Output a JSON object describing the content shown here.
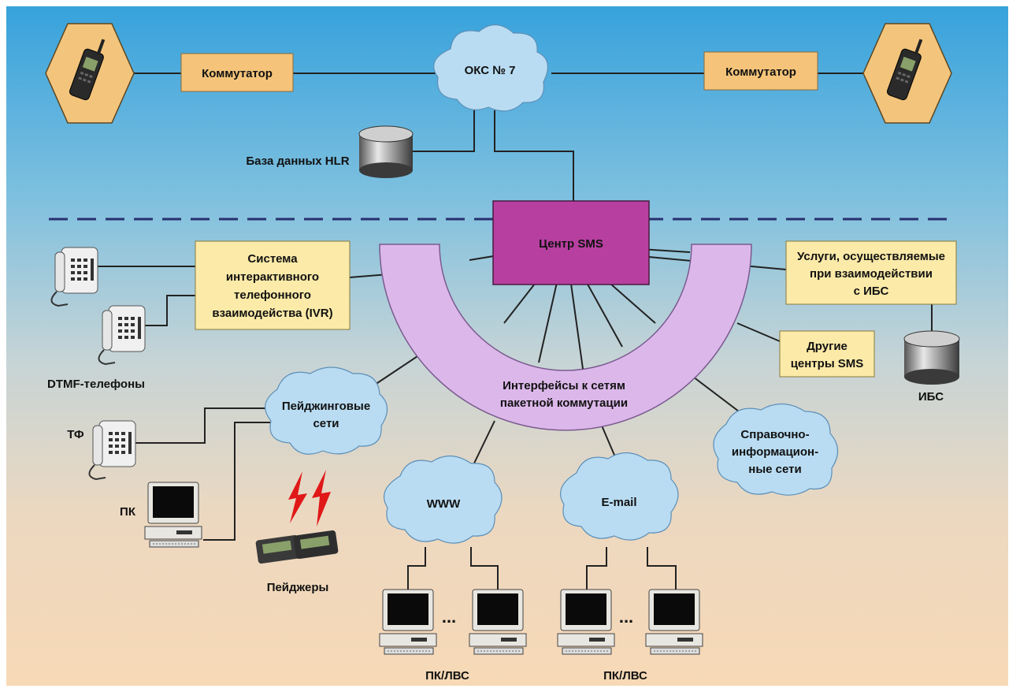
{
  "labels": {
    "switch_left": "Коммутатор",
    "switch_right": "Коммутатор",
    "oks7": "ОКС № 7",
    "hlr": "База данных HLR",
    "sms_center": "Центр SMS",
    "ivr": [
      "Система",
      "интерактивного",
      "телефонного",
      "взаимодейства (IVR)"
    ],
    "dtmf": "DTMF-телефоны",
    "ibs_services": [
      "Услуги, осуществляемые",
      "при взаимодействии",
      "с ИБС"
    ],
    "other_sms": [
      "Другие",
      "центры SMS"
    ],
    "ibs": "ИБС",
    "packet_interfaces": [
      "Интерфейсы к сетям",
      "пакетной коммутации"
    ],
    "paging_networks": [
      "Пейджинговые",
      "сети"
    ],
    "tf": "ТФ",
    "pc": "ПК",
    "pagers": "Пейджеры",
    "info_networks": [
      "Справочно-",
      "информацион-",
      "ные сети"
    ],
    "www": "WWW",
    "email": "E-mail",
    "pc_lan_left": "ПК/ЛВС",
    "pc_lan_right": "ПК/ЛВС",
    "ellipsis_left": "...",
    "ellipsis_right": "..."
  },
  "colors": {
    "sms_center": "#b73fa0",
    "arc": "#dcb8ea",
    "cloud": "#b9dcf2",
    "yellow_box": "#fbeaa8",
    "orange_box": "#f5c47a",
    "hexagon": "#f3c47c",
    "dashed_line": "#27306e"
  }
}
